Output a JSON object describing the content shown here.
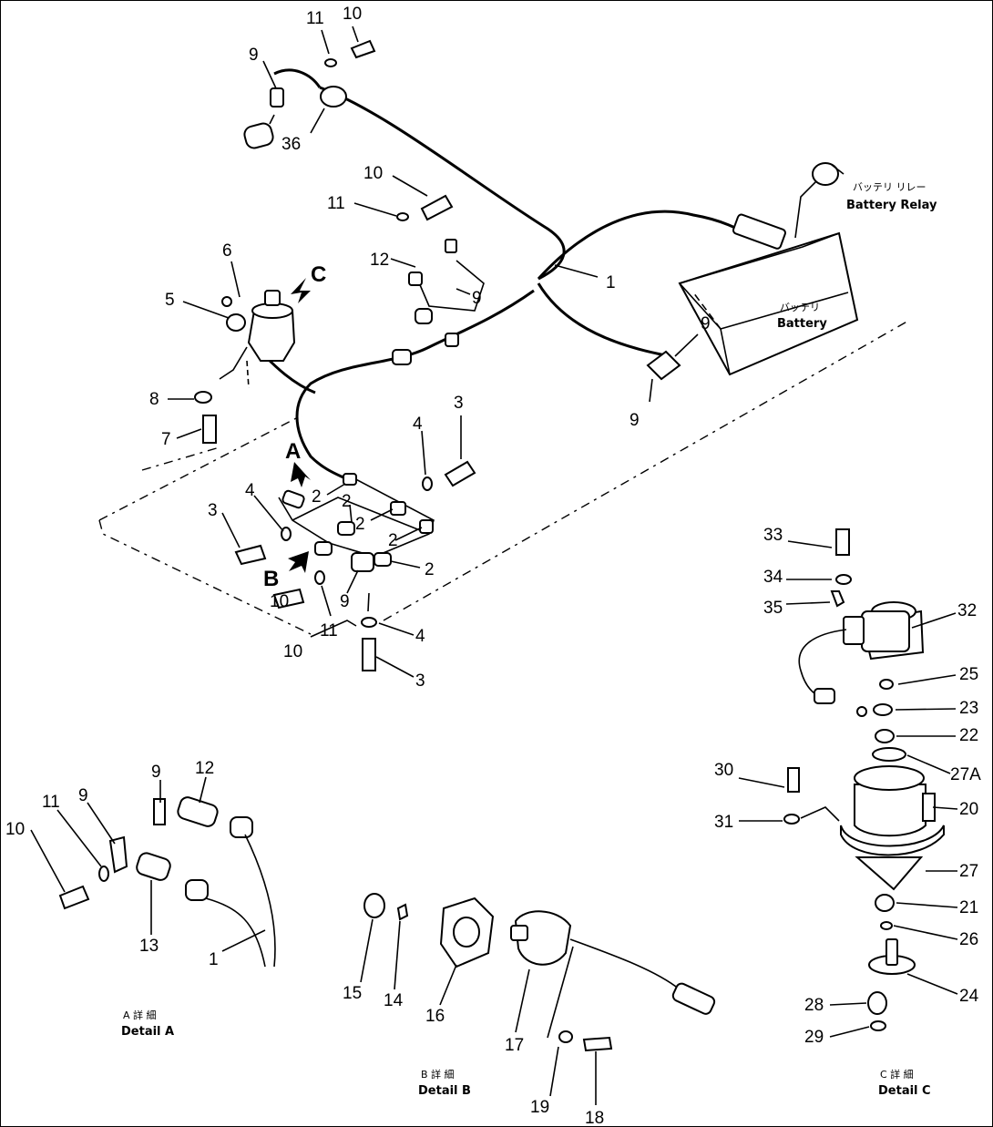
{
  "callouts": {
    "c11a": "11",
    "c10a": "10",
    "c9a": "9",
    "c36": "36",
    "c10b": "10",
    "c11b": "11",
    "c12": "12",
    "c9b": "9",
    "c1": "1",
    "c6": "6",
    "c5": "5",
    "c8": "8",
    "c7": "7",
    "c9c": "9",
    "c9d": "9",
    "c3a": "3",
    "c4a": "4",
    "c2a": "2",
    "c2b": "2",
    "c2c": "2",
    "c2d": "2",
    "c2e": "2",
    "c3b": "3",
    "c4b": "4",
    "c9e": "9",
    "c11c": "11",
    "c10c": "10",
    "c4c": "4",
    "c3c": "3",
    "c10d": "10",
    "dA_10": "10",
    "dA_11": "11",
    "dA_9a": "9",
    "dA_9b": "9",
    "dA_12": "12",
    "dA_13": "13",
    "dA_1": "1",
    "dB_15": "15",
    "dB_14": "14",
    "dB_16": "16",
    "dB_17": "17",
    "dB_19": "19",
    "dB_18": "18",
    "dC_33": "33",
    "dC_34": "34",
    "dC_35": "35",
    "dC_32": "32",
    "dC_25": "25",
    "dC_23": "23",
    "dC_22": "22",
    "dC_27A": "27A",
    "dC_30": "30",
    "dC_20": "20",
    "dC_31": "31",
    "dC_27": "27",
    "dC_21": "21",
    "dC_26": "26",
    "dC_24": "24",
    "dC_28": "28",
    "dC_29": "29"
  },
  "view_arrows": {
    "A": "A",
    "B": "B",
    "C": "C"
  },
  "components": {
    "battery_relay_jp": "バッテリ リレー",
    "battery_relay_en": "Battery Relay",
    "battery_jp": "バッテリ",
    "battery_en": "Battery"
  },
  "details": {
    "a_jp": "A 詳 細",
    "a_en": "Detail A",
    "b_jp": "B 詳 細",
    "b_en": "Detail B",
    "c_jp": "C 詳 細",
    "c_en": "Detail C"
  }
}
